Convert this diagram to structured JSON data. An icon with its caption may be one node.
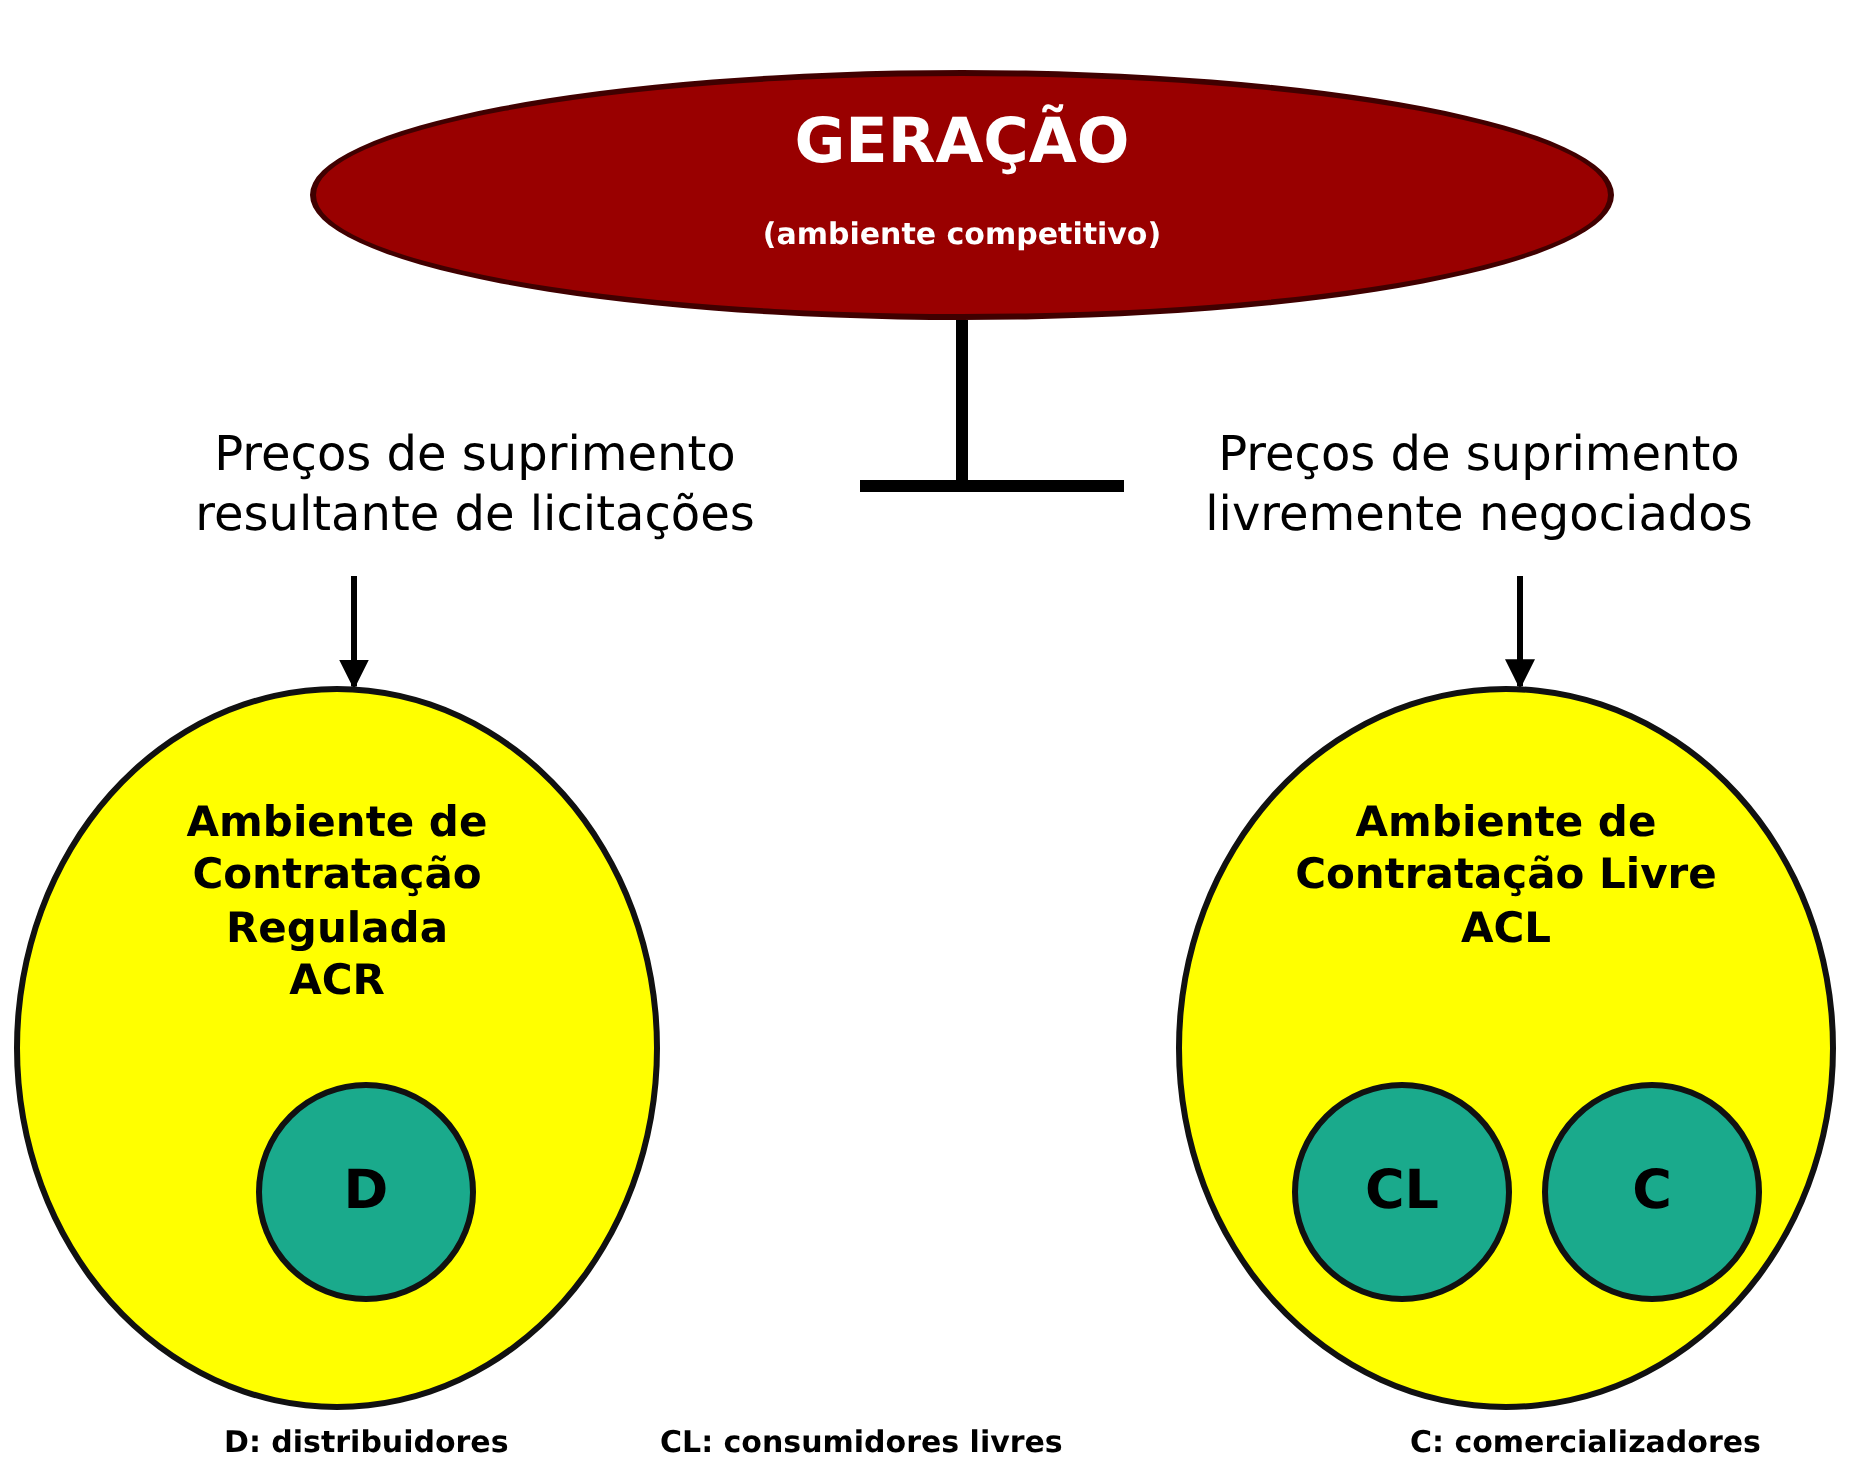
{
  "diagram": {
    "nodes": [
      {
        "text": [
          "GERAÇÃO",
          "(ambiente competitivo)"
        ]
      },
      {
        "text": [
          "Preços de suprimento resultante de licitações"
        ]
      },
      {
        "text": [
          "Preços de suprimento livremente negociados"
        ]
      },
      {
        "text": [
          "Ambiente de Contratação Regulada",
          "ACR"
        ]
      },
      {
        "text": [
          "D"
        ],
        "in": 3
      },
      {
        "text": [
          "Ambiente de Contratação Livre",
          "ACL"
        ]
      },
      {
        "text": [
          "CL"
        ],
        "in": 5
      },
      {
        "text": [
          "C"
        ],
        "in": 5
      }
    ],
    "edges": [
      {
        "from": 0,
        "to": 1,
        "arrow": "none",
        "style": "thick"
      },
      {
        "from": 0,
        "to": 2,
        "arrow": "none",
        "style": "thick"
      },
      {
        "from": 1,
        "to": 3,
        "arrow": "to"
      },
      {
        "from": 2,
        "to": 5,
        "arrow": "to"
      }
    ],
    "labels": [
      "D: distribuidores",
      "CL: consumidores livres",
      "C: comercializadores"
    ]
  }
}
